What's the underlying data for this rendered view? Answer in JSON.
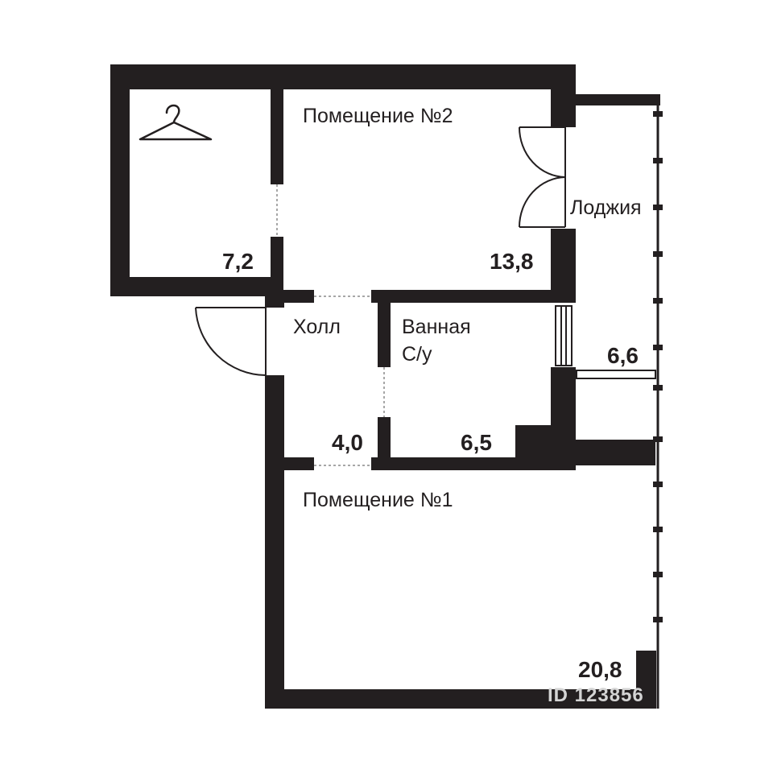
{
  "rooms": {
    "room2": {
      "name": "Помещение №2",
      "area": "13,8"
    },
    "closet": {
      "area": "7,2",
      "icon": "hanger-icon"
    },
    "loggia": {
      "name": "Лоджия",
      "area": "6,6"
    },
    "hall": {
      "name": "Холл",
      "area": "4,0"
    },
    "bathroom": {
      "name_line1": "Ванная",
      "name_line2": "С/у",
      "area": "6,5"
    },
    "room1": {
      "name": "Помещение №1",
      "area": "20,8"
    }
  },
  "watermark": {
    "text": "ID 123856"
  },
  "colors": {
    "wall": "#231f20",
    "background": "#ffffff",
    "watermark": "#d4d4d4"
  }
}
